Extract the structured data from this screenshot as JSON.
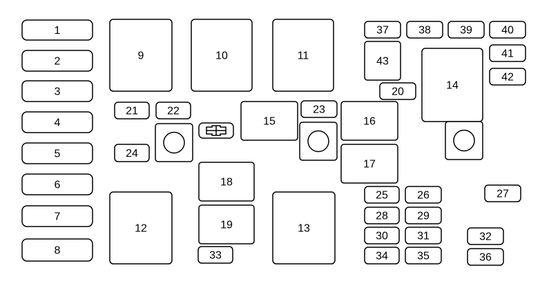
{
  "colors": {
    "stroke": "#000000",
    "background": "#ffffff"
  },
  "fuses": [
    "1",
    "2",
    "3",
    "4",
    "5",
    "6",
    "7",
    "8",
    "9",
    "10",
    "11",
    "12",
    "13",
    "14",
    "15",
    "16",
    "17",
    "18",
    "19",
    "20",
    "21",
    "22",
    "23",
    "24",
    "25",
    "26",
    "27",
    "28",
    "29",
    "30",
    "31",
    "32",
    "33",
    "34",
    "35",
    "36",
    "37",
    "38",
    "39",
    "40",
    "41",
    "42",
    "43"
  ],
  "connector_icon": "connector-plug-icon"
}
